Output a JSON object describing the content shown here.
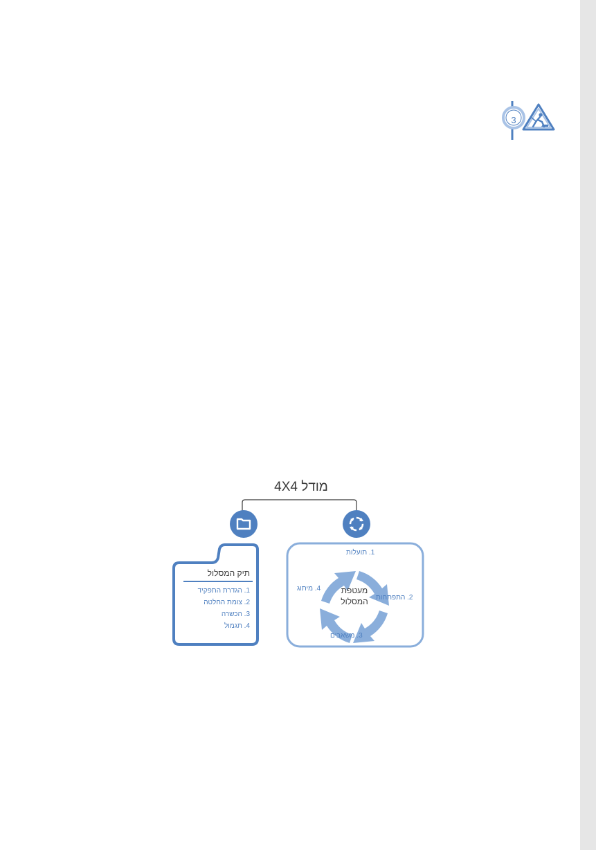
{
  "chapter_marker": {
    "number": "3",
    "icon": "road-work-warning-icon"
  },
  "diagram": {
    "title": "מודל 4X4",
    "left_icon": "folder-icon",
    "right_icon": "cycle-arrows-icon",
    "folder": {
      "heading": "תיק המסלול",
      "items": [
        "1. הגדרת התפקיד",
        "2. צומת החלטה",
        "3. הכשרה",
        "4. תגמול"
      ]
    },
    "cycle": {
      "center": [
        "מעטפת",
        "המסלול"
      ],
      "steps": [
        "1. תועלות",
        "2. התפתחות",
        "3. משאבים",
        "4. מיתוג"
      ]
    }
  },
  "colors": {
    "accent": "#4f80c0",
    "arrows": "#8aaedb",
    "text": "#3a3a3a",
    "page_edge": "#e6e6e6"
  }
}
